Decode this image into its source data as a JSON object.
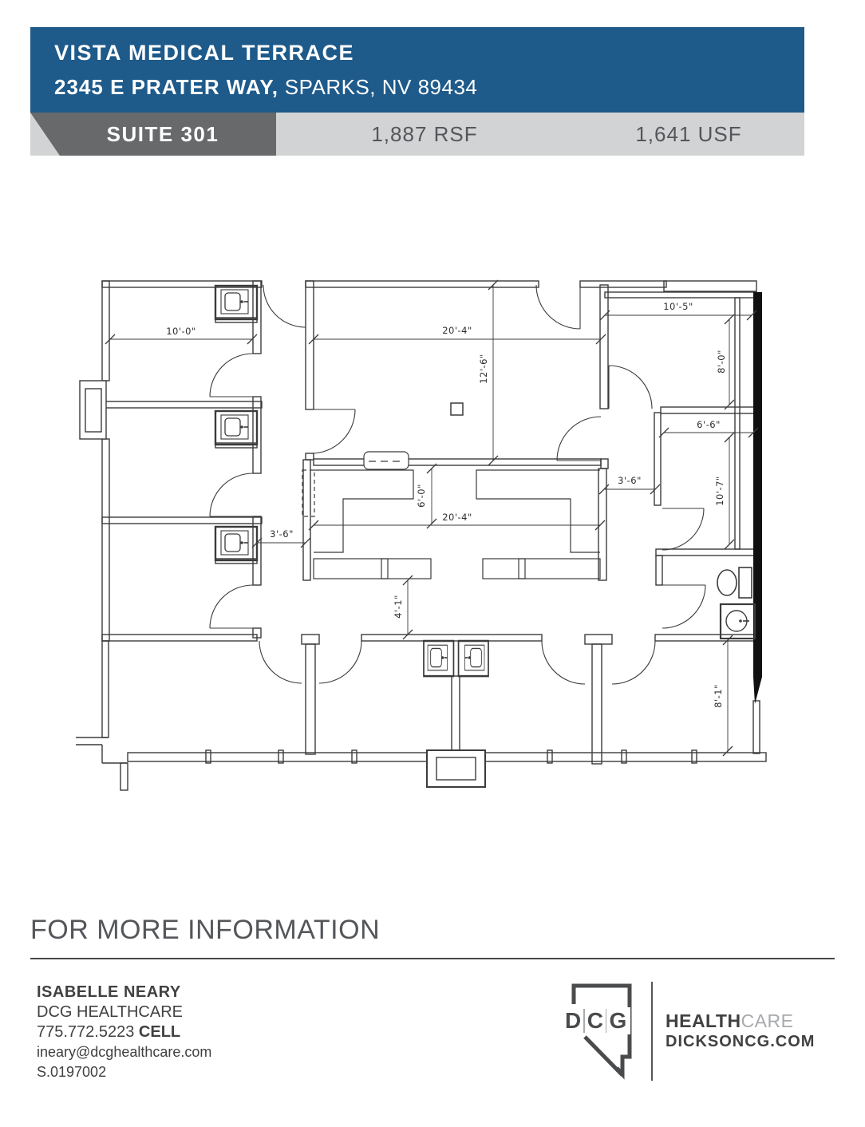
{
  "header": {
    "building_name": "VISTA MEDICAL TERRACE",
    "address_bold": "2345 E PRATER WAY,",
    "address_regular": " SPARKS, NV 89434",
    "suite": "SUITE 301",
    "rsf": "1,887 RSF",
    "usf": "1,641 USF"
  },
  "colors": {
    "header_blue": "#1E5A8A",
    "suite_dark_gray": "#68696B",
    "bar_light_gray": "#D2D3D4",
    "bar_text_gray": "#55565A",
    "plan_line": "#3B3B3B",
    "exterior_wall_black": "#101010",
    "footer_text": "#414042",
    "care_light_gray": "#A7A9AC"
  },
  "floor_plan": {
    "dims": [
      {
        "id": "exam-room-width",
        "label": "10'-0\""
      },
      {
        "id": "open-area-width",
        "label": "20'-4\""
      },
      {
        "id": "open-area-depth",
        "label": "12'-6\""
      },
      {
        "id": "top-right-room-width",
        "label": "10'-5\""
      },
      {
        "id": "top-right-room-depth",
        "label": "8'-0\""
      },
      {
        "id": "right-room-width",
        "label": "6'-6\""
      },
      {
        "id": "right-room-depth",
        "label": "10'-7\""
      },
      {
        "id": "right-corridor-width",
        "label": "3'-6\""
      },
      {
        "id": "left-corridor-width",
        "label": "3'-6\""
      },
      {
        "id": "workstation-depth",
        "label": "6'-0\""
      },
      {
        "id": "workstation-width",
        "label": "20'-4\""
      },
      {
        "id": "bottom-corridor-width",
        "label": "4'-1\""
      },
      {
        "id": "bottom-right-room-depth",
        "label": "8'-1\""
      }
    ]
  },
  "footer": {
    "heading": "FOR MORE INFORMATION",
    "contact": {
      "name": "ISABELLE NEARY",
      "company": "DCG HEALTHCARE",
      "phone": "775.772.5223 ",
      "phone_label": "CELL",
      "email": "ineary@dcghealthcare.com",
      "license": "S.0197002"
    },
    "logo": {
      "letters": [
        "D",
        "C",
        "G"
      ],
      "brand_bold": "HEALTH",
      "brand_light": "CARE",
      "website": "DICKSONCG.COM"
    }
  }
}
